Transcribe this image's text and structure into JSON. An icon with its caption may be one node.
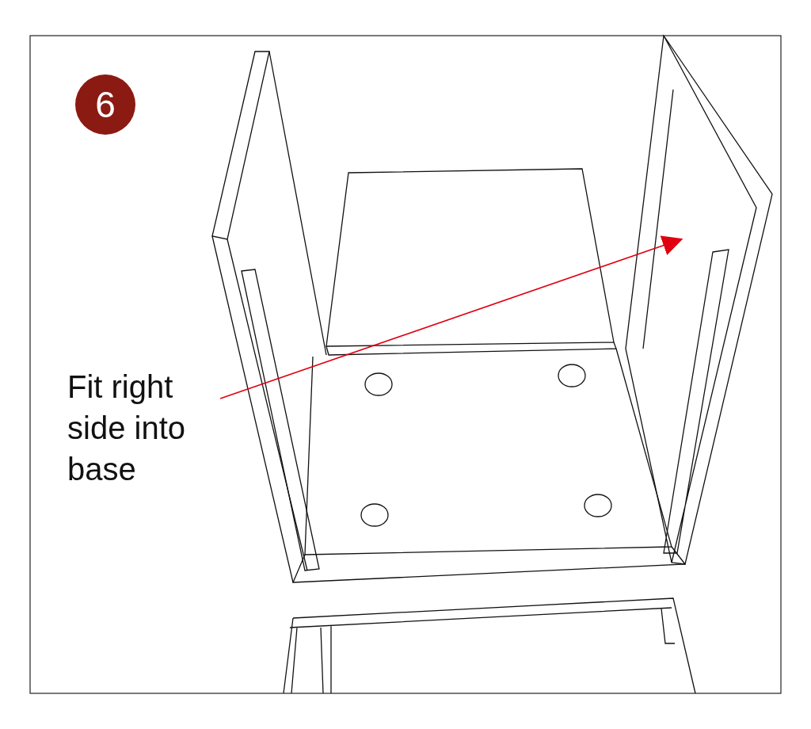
{
  "diagram": {
    "nodes": [
      {
        "text": [
          "6"
        ]
      },
      {
        "text": [
          "Fit right side into base"
        ]
      },
      {
        "text": [],
        "shape": "picture"
      }
    ],
    "edges": [
      {
        "from": 1,
        "to": 2,
        "arrow": "to",
        "color": "#e00010"
      }
    ]
  }
}
